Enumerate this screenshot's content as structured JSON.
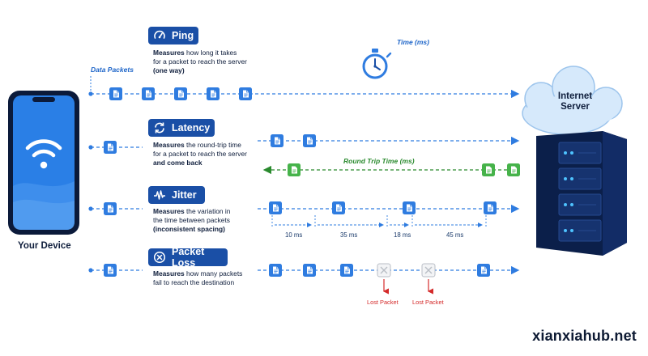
{
  "labels": {
    "data_packets": "Data Packets",
    "time_ms": "Time (ms)",
    "round_trip_time": "Round Trip Time (ms)",
    "your_device": "Your Device",
    "internet_server_line1": "Internet",
    "internet_server_line2": "Server",
    "watermark": "xianxiahub.net"
  },
  "ping": {
    "title": "Ping",
    "desc_bold": "Measures",
    "desc_line1_rest": " how long it takes",
    "desc_line2": "for a packet to reach the server",
    "desc_line3": "(one way)"
  },
  "latency": {
    "title": "Latency",
    "desc_bold": "Measures",
    "desc_line1_rest": " the round-trip time",
    "desc_line2": "for a packet to reach the server",
    "desc_line3": "and come back"
  },
  "jitter": {
    "title": "Jitter",
    "desc_bold": "Measures",
    "desc_line1_rest": " the variation in",
    "desc_line2": "the time between packets",
    "desc_line3": "(inconsistent spacing)",
    "intervals": [
      "10 ms",
      "35 ms",
      "18 ms",
      "45 ms"
    ]
  },
  "packet_loss": {
    "title": "Packet Loss",
    "desc_bold": "Measures",
    "desc_line1_rest": " how many packets",
    "desc_line2": "fail to reach the destination",
    "lost_label_1": "Lost Packet",
    "lost_label_2": "Lost Packet"
  },
  "colors": {
    "brand_blue": "#1a4fa6",
    "packet_blue": "#2f7ce0",
    "return_green": "#46b34a",
    "lost_red": "#d42a2a"
  },
  "icons": [
    "wifi-icon",
    "speedometer-icon",
    "refresh-icon",
    "jitter-wave-icon",
    "x-circle-icon",
    "stopwatch-icon",
    "cloud-icon",
    "server-icon",
    "document-icon"
  ]
}
